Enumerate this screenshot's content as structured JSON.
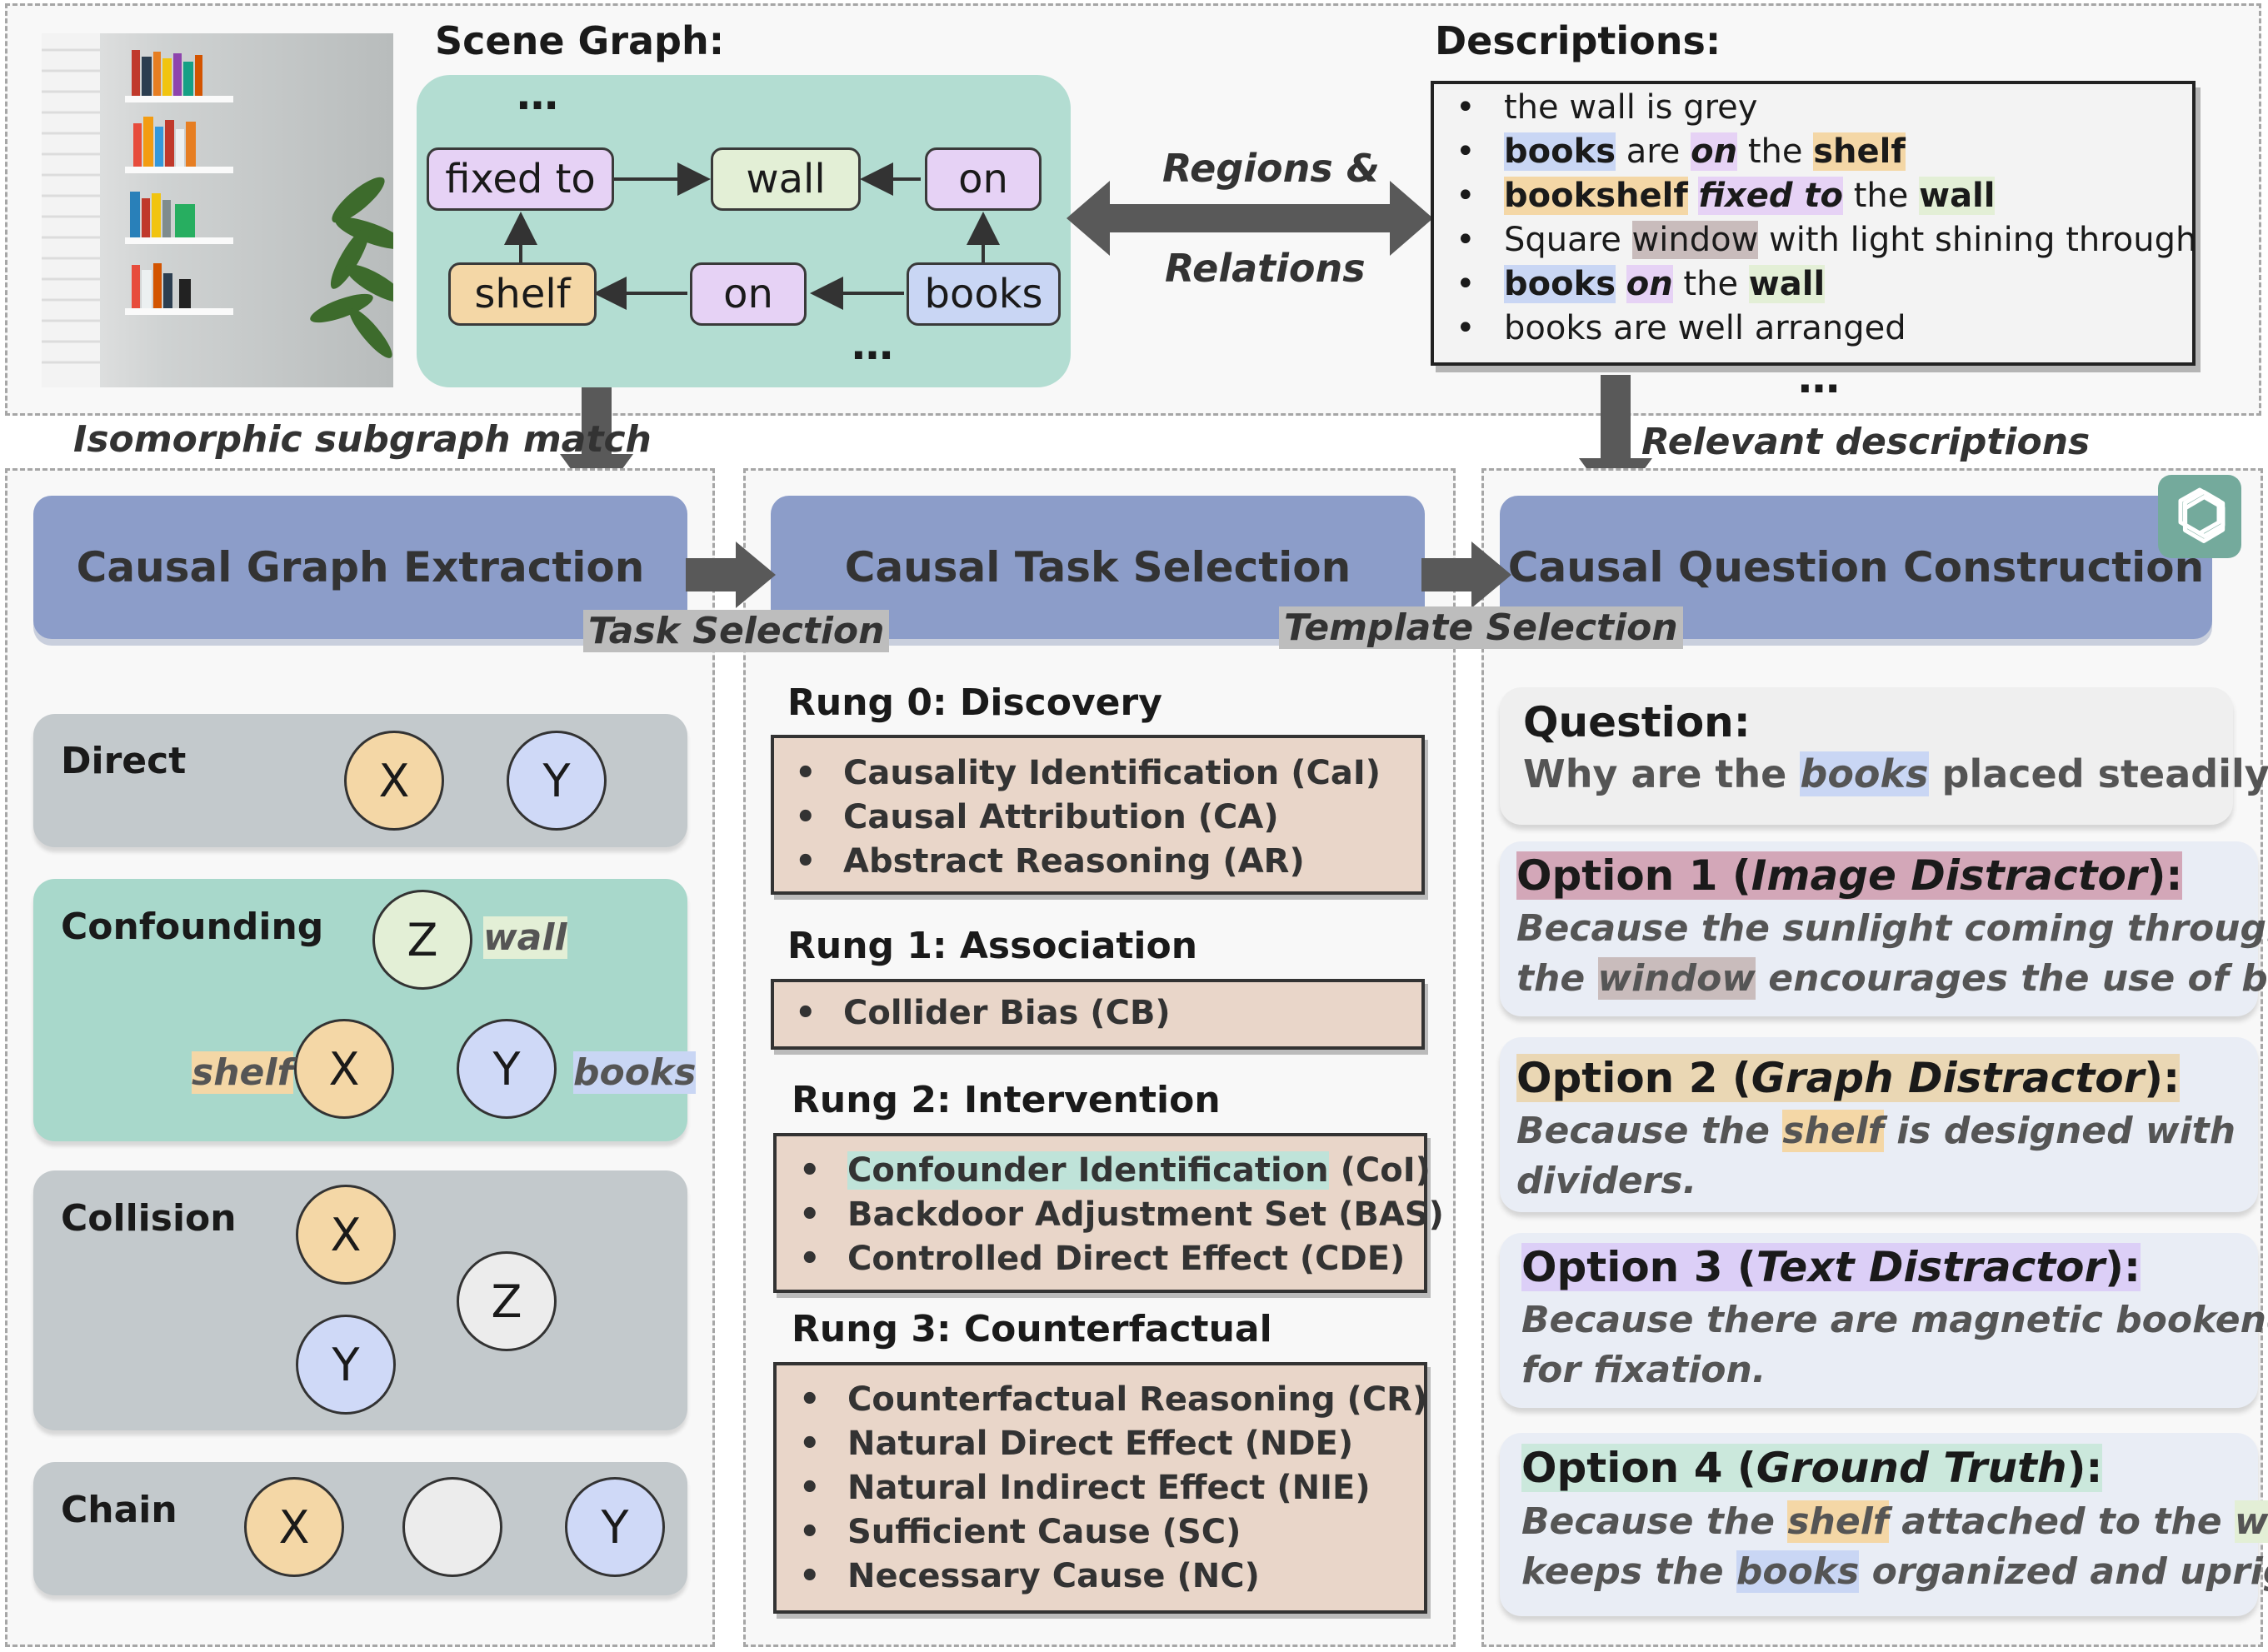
{
  "scene_graph": {
    "title": "Scene Graph:",
    "nodes": {
      "fixed_to": "fixed to",
      "wall": "wall",
      "on_top": "on",
      "shelf": "shelf",
      "on_bottom": "on",
      "books": "books"
    },
    "ellipsis_top": "…",
    "ellipsis_bottom": "…"
  },
  "regions": {
    "line1": "Regions &",
    "line2": "Relations"
  },
  "descriptions": {
    "title": "Descriptions:",
    "bullet": "•",
    "items": [
      {
        "t1": "the wall is grey"
      },
      {
        "h1": "books",
        "t2": " are ",
        "h2": "on",
        "t3": " the ",
        "h3": "shelf"
      },
      {
        "h1": "bookshelf",
        "t2": " ",
        "h2": "fixed to",
        "t3": " the ",
        "h3": "wall"
      },
      {
        "t1": "Square ",
        "h1": "window",
        "t2": " with light shining through"
      },
      {
        "h1": "books",
        "t2": " ",
        "h2": "on",
        "t3": " the ",
        "h3": "wall"
      },
      {
        "t1": "books are well arranged"
      }
    ],
    "ellipsis": "…"
  },
  "iso_label": "Isomorphic subgraph match",
  "relevant_label": "Relevant descriptions",
  "headers": {
    "extraction": "Causal Graph Extraction",
    "selection": "Causal Task Selection",
    "construction": "Causal Question Construction"
  },
  "tags": {
    "task": "Task Selection",
    "template": "Template Selection"
  },
  "graphs": {
    "direct": {
      "title": "Direct",
      "x": "X",
      "y": "Y"
    },
    "confounding": {
      "title": "Confounding",
      "z": "Z",
      "x": "X",
      "y": "Y",
      "wall": "wall",
      "shelf": "shelf",
      "books": "books"
    },
    "collision": {
      "title": "Collision",
      "x": "X",
      "y": "Y",
      "z": "Z"
    },
    "chain": {
      "title": "Chain",
      "x": "X",
      "y": "Y"
    }
  },
  "rungs": [
    {
      "title": "Rung 0: Discovery",
      "items": [
        "Causality Identification (CaI)",
        "Causal Attribution (CA)",
        "Abstract Reasoning (AR)"
      ]
    },
    {
      "title": "Rung 1: Association",
      "items": [
        "Collider Bias (CB)"
      ]
    },
    {
      "title": "Rung 2: Intervention",
      "items": [
        "Confounder Identification",
        "Backdoor Adjustment Set (BAS)",
        "Controlled Direct Effect (CDE)"
      ],
      "item0_suffix": " (CoI)"
    },
    {
      "title": "Rung 3: Counterfactual",
      "items": [
        "Counterfactual Reasoning (CR)",
        "Natural Direct Effect (NDE)",
        "Natural Indirect Effect (NIE)",
        "Sufficient Cause (SC)",
        "Necessary Cause (NC)"
      ]
    }
  ],
  "bullet": "•",
  "question": {
    "label": "Question:",
    "t1": "Why are the ",
    "h1": "books",
    "t2": " placed steadily?"
  },
  "options": [
    {
      "label": "Option 1 (",
      "kind": "Image Distractor",
      "close": "):",
      "l1": "Because the sunlight coming through",
      "l2a": "the ",
      "l2h": "window",
      "l2b": " encourages the use of books."
    },
    {
      "label": "Option 2 (",
      "kind": "Graph Distractor",
      "close": "):",
      "l1a": "Because the ",
      "l1h": "shelf",
      "l1b": " is designed with",
      "l2": "dividers."
    },
    {
      "label": "Option 3 (",
      "kind": "Text Distractor",
      "close": "):",
      "l1": "Because there are magnetic bookends",
      "l2": "for fixation."
    },
    {
      "label": "Option 4 (",
      "kind": "Ground Truth",
      "close": "):",
      "l1a": "Because the ",
      "l1h": "shelf",
      "l1b": " attached to the ",
      "l1h2": "wall",
      "l2a": "keeps the ",
      "l2h": "books",
      "l2b": " organized and upright"
    }
  ],
  "colors": {
    "header": "#8c9dc9",
    "graph_card": "#c3c9cc",
    "confounding_card": "#a8d8cb",
    "scene_bg": "#b3ddd2",
    "rung_box": "#e9d6c9",
    "option_card": "#e9edf5",
    "gpt_icon": "#74aa9c"
  },
  "icons": {
    "gpt": "openai-logo-icon",
    "photo": "bookshelf-photo"
  }
}
